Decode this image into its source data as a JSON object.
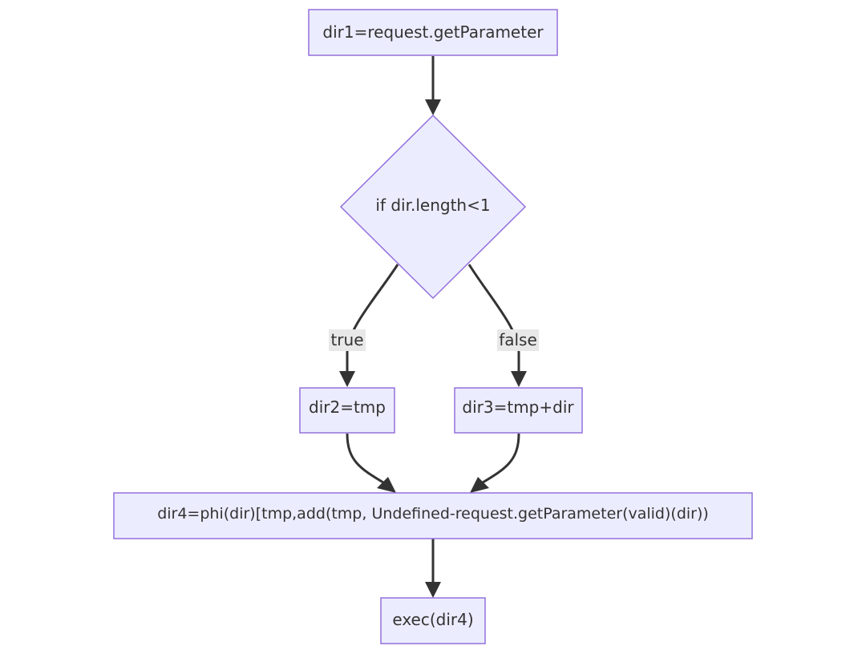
{
  "colors": {
    "node_fill": "#ECECFF",
    "node_stroke": "#9370DB",
    "edge": "#333333",
    "edge_label_bg": "#e8e8e8",
    "text": "#333333"
  },
  "nodes": {
    "dir1": "dir1=request.getParameter",
    "decision": "if dir.length<1",
    "dir2": "dir2=tmp",
    "dir3": "dir3=tmp+dir",
    "dir4": "dir4=phi(dir)[tmp,add(tmp, Undefined-request.getParameter(valid)(dir))",
    "exec": "exec(dir4)"
  },
  "edge_labels": {
    "true_branch": "true",
    "false_branch": "false"
  }
}
